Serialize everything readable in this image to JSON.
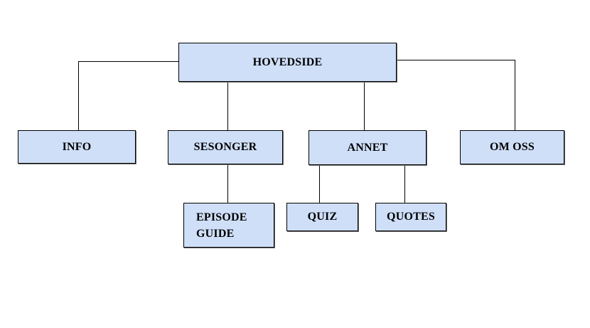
{
  "colors": {
    "node_fill": "#cfdff8",
    "node_border": "#000000",
    "connector": "#000000",
    "background": "#ffffff"
  },
  "nodes": {
    "hovedside": {
      "label": "HOVEDSIDE"
    },
    "info": {
      "label": "INFO"
    },
    "sesonger": {
      "label": "SESONGER"
    },
    "annet": {
      "label": "ANNET"
    },
    "om_oss": {
      "label": "OM OSS"
    },
    "episode_guide": {
      "label": "EPISODE\nGUIDE"
    },
    "quiz": {
      "label": "QUIZ"
    },
    "quotes": {
      "label": "QUOTES"
    }
  },
  "edges": [
    {
      "from": "hovedside",
      "to": "info"
    },
    {
      "from": "hovedside",
      "to": "sesonger"
    },
    {
      "from": "hovedside",
      "to": "annet"
    },
    {
      "from": "hovedside",
      "to": "om_oss"
    },
    {
      "from": "sesonger",
      "to": "episode_guide"
    },
    {
      "from": "annet",
      "to": "quiz"
    },
    {
      "from": "annet",
      "to": "quotes"
    }
  ]
}
